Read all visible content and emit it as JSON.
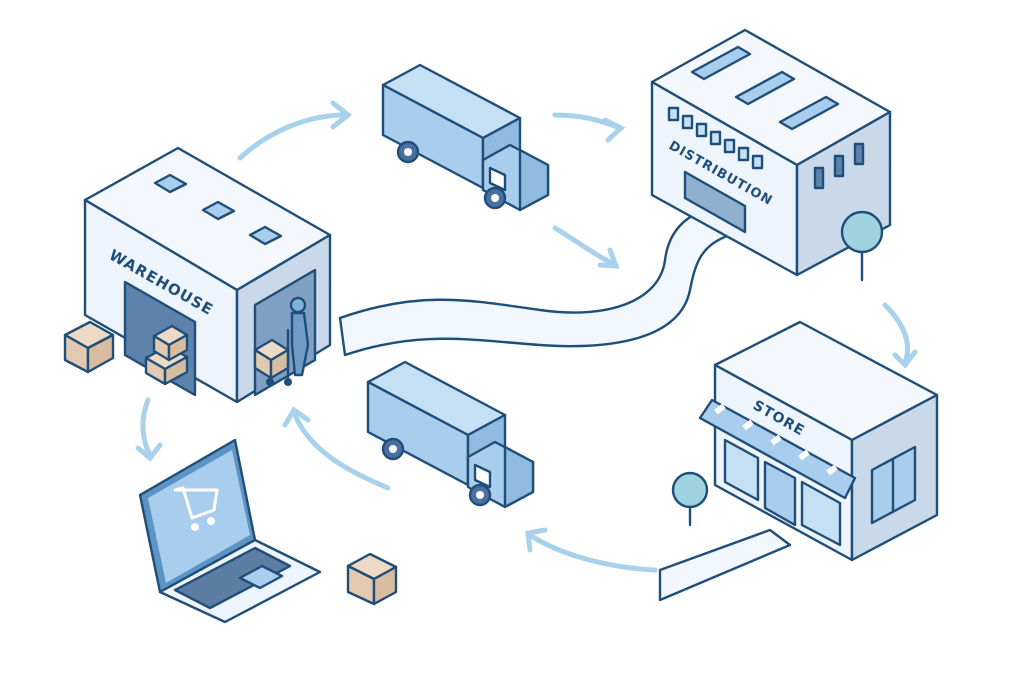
{
  "diagram": {
    "title": "Supply chain flow",
    "nodes": [
      {
        "id": "warehouse",
        "label": "WAREHOUSE"
      },
      {
        "id": "truck-outbound",
        "label": ""
      },
      {
        "id": "distribution",
        "label": "DISTRIBUTION"
      },
      {
        "id": "store",
        "label": "STORE"
      },
      {
        "id": "truck-return",
        "label": ""
      },
      {
        "id": "laptop-shop",
        "label": ""
      }
    ],
    "flow": [
      "warehouse",
      "truck-outbound",
      "distribution",
      "store",
      "truck-return",
      "warehouse",
      "laptop-shop"
    ],
    "colors": {
      "outline": "#1f4e79",
      "building-light": "#eef4fb",
      "building-side": "#c9d9ea",
      "truck-body": "#a9cdec",
      "arrow": "#a8d1ec",
      "box": "#ecd9c6",
      "tree": "#9fd3df"
    }
  }
}
